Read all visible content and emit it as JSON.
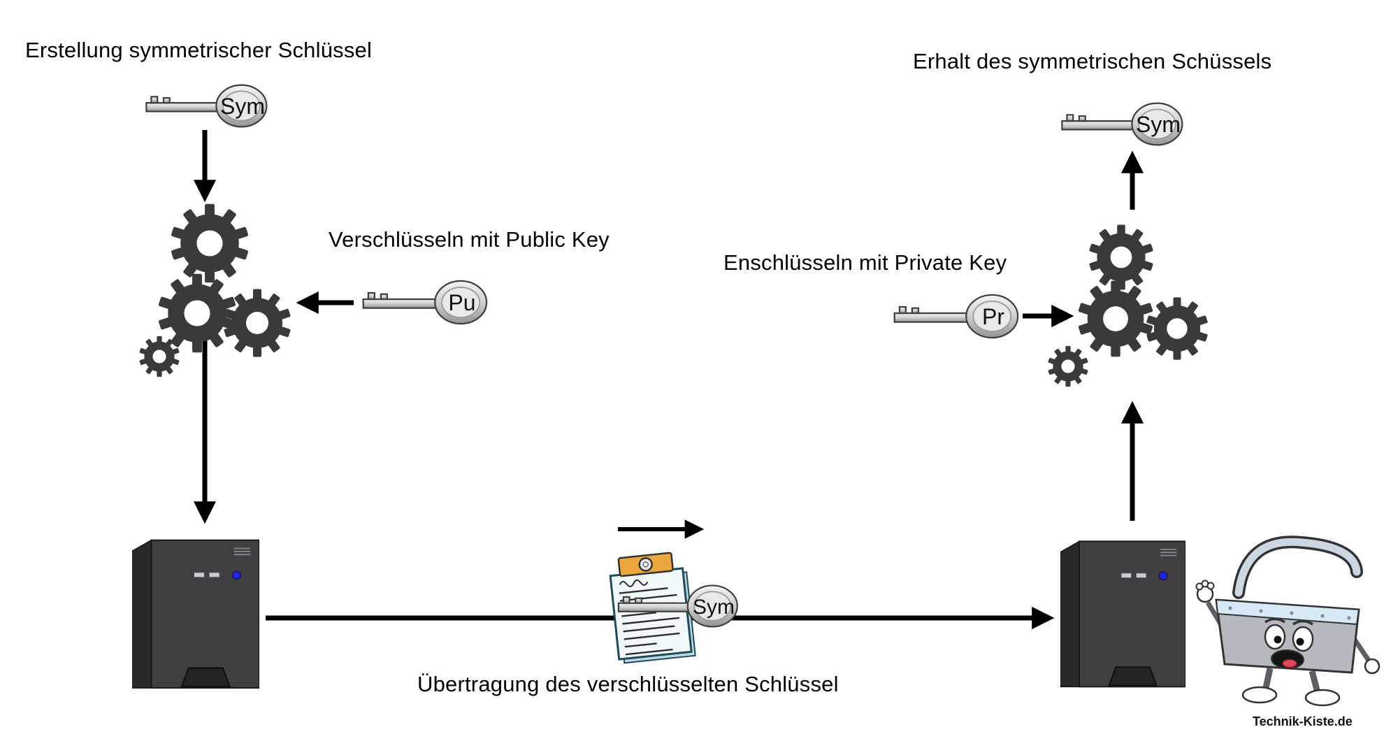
{
  "diagram": {
    "titles": {
      "left": "Erstellung symmetrischer Schlüssel",
      "right": "Erhalt des symmetrischen Schüssels"
    },
    "labels": {
      "public_key": "Verschlüsseln mit Public Key",
      "private_key": "Enschlüsseln mit Private Key",
      "transfer": "Übertragung des verschlüsselten Schlüssel"
    },
    "keys": {
      "sym_source": "Sym",
      "public": "Pu",
      "private": "Pr",
      "transfer": "Sym",
      "sym_received": "Sym"
    },
    "branding": "Technik-Kiste.de",
    "icons": {
      "key": "key-icon",
      "gear": "gear-icon",
      "computer": "computer-tower-icon",
      "document": "encrypted-document-icon",
      "mascot": "toolbox-mascot-icon",
      "arrow": "flow-arrow"
    },
    "colors": {
      "arrow": "#000000",
      "gear": "#3a3a3a",
      "tower_front": "#3f3f42",
      "tower_side": "#29292b",
      "key_metal": "#cfcfcf",
      "notepad_paper": "#f0f8fa",
      "notepad_clip": "#eaa83f",
      "power_led": "#2222e0"
    }
  }
}
